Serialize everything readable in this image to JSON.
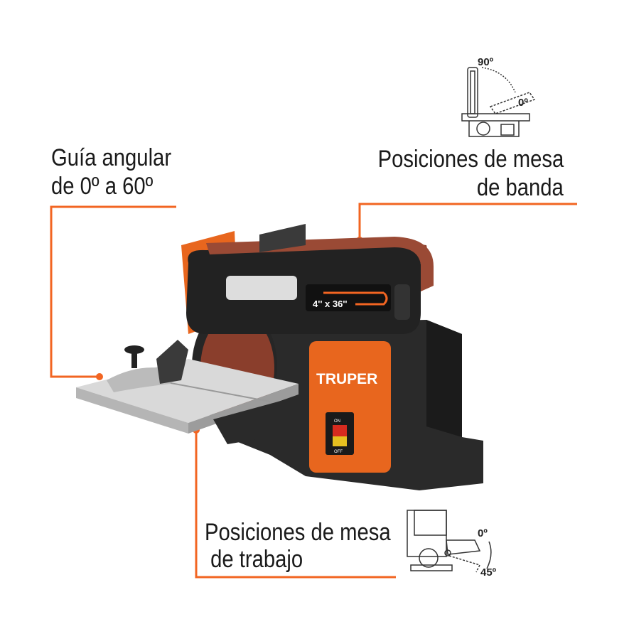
{
  "callouts": {
    "angle_guide": {
      "line1": "Guía angular",
      "line2": "de 0º a 60º"
    },
    "belt_table": {
      "line1": "Posiciones de mesa",
      "line2": "de banda"
    },
    "work_table": {
      "line1": "Posiciones de mesa",
      "line2": " de trabajo"
    }
  },
  "diagrams": {
    "belt": {
      "top_angle": "90º",
      "bottom_angle": "0º"
    },
    "table": {
      "top_angle": "0º",
      "bottom_angle": "45º"
    }
  },
  "product": {
    "brand": "TRUPER",
    "belt_size": "4'' x 36''",
    "switch_on": "ON",
    "switch_off": "OFF"
  },
  "colors": {
    "accent": "#f26522",
    "body": "#2b2b2b",
    "abrasive": "#8a3e2c"
  }
}
